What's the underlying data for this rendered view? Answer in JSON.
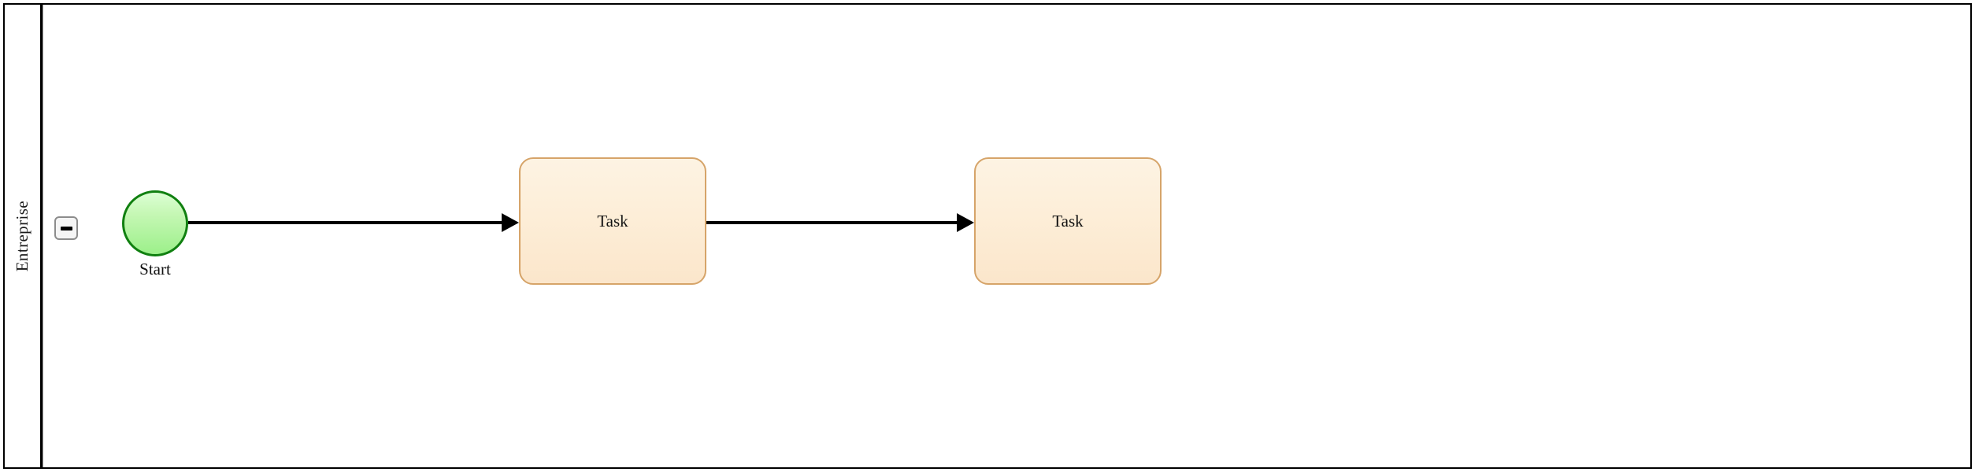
{
  "diagram": {
    "type": "bpmn-pool",
    "title": "Entreprise",
    "background_color": "#ffffff"
  },
  "pool": {
    "lane_label": "Entreprise",
    "border_color": "#000000",
    "collapse_toggle": {
      "icon": "minus-icon",
      "state": "expanded",
      "label": "−"
    }
  },
  "nodes": [
    {
      "id": "start-event",
      "type": "start-event",
      "label": "Start",
      "fill_color": "#9cf08a",
      "border_color": "#108010"
    },
    {
      "id": "task-1",
      "type": "task",
      "label": "Task",
      "fill_color": "#fdeed8",
      "border_color": "#d6a469"
    },
    {
      "id": "task-2",
      "type": "task",
      "label": "Task",
      "fill_color": "#fdeed8",
      "border_color": "#d6a469"
    }
  ],
  "flows": [
    {
      "id": "flow-1",
      "from": "start-event",
      "to": "task-1",
      "color": "#000000"
    },
    {
      "id": "flow-2",
      "from": "task-1",
      "to": "task-2",
      "color": "#000000"
    }
  ]
}
